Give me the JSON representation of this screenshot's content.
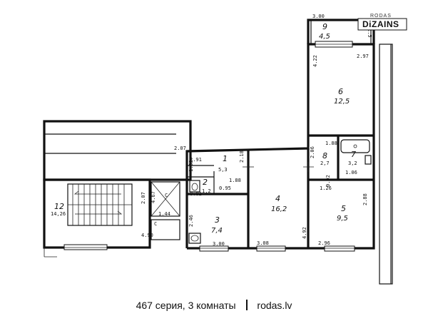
{
  "logo": {
    "small": "RODAS",
    "big": "DiZAINS"
  },
  "caption": {
    "series": "467 серия, 3 комнаты",
    "site": "rodas.lv"
  },
  "rooms": [
    {
      "num": "9",
      "area": "4,5"
    },
    {
      "num": "6",
      "area": "12,5"
    },
    {
      "num": "8",
      "area": "2,7"
    },
    {
      "num": "7",
      "area": "3,2"
    },
    {
      "num": "1",
      "area": "5,3"
    },
    {
      "num": "4",
      "area": "16,2"
    },
    {
      "num": "5",
      "area": "9,5"
    },
    {
      "num": "3",
      "area": "7,4"
    },
    {
      "num": "2",
      "area": "1,2"
    },
    {
      "num": "12",
      "area": "14,26"
    }
  ],
  "dims": [
    "3.00",
    "2.97",
    "4.22",
    "1.5",
    "1.88",
    "2.06",
    "2.91",
    "1.52",
    "1.88",
    "2.18",
    "2.07",
    "4.67",
    "1.44",
    "2.46",
    "3.00",
    "3.08",
    "4.90",
    "4.92",
    "2.96",
    "2.88",
    "1.26",
    "0.92",
    "0.95",
    "2.07",
    "1.06",
    "0.82",
    "C",
    "C"
  ]
}
